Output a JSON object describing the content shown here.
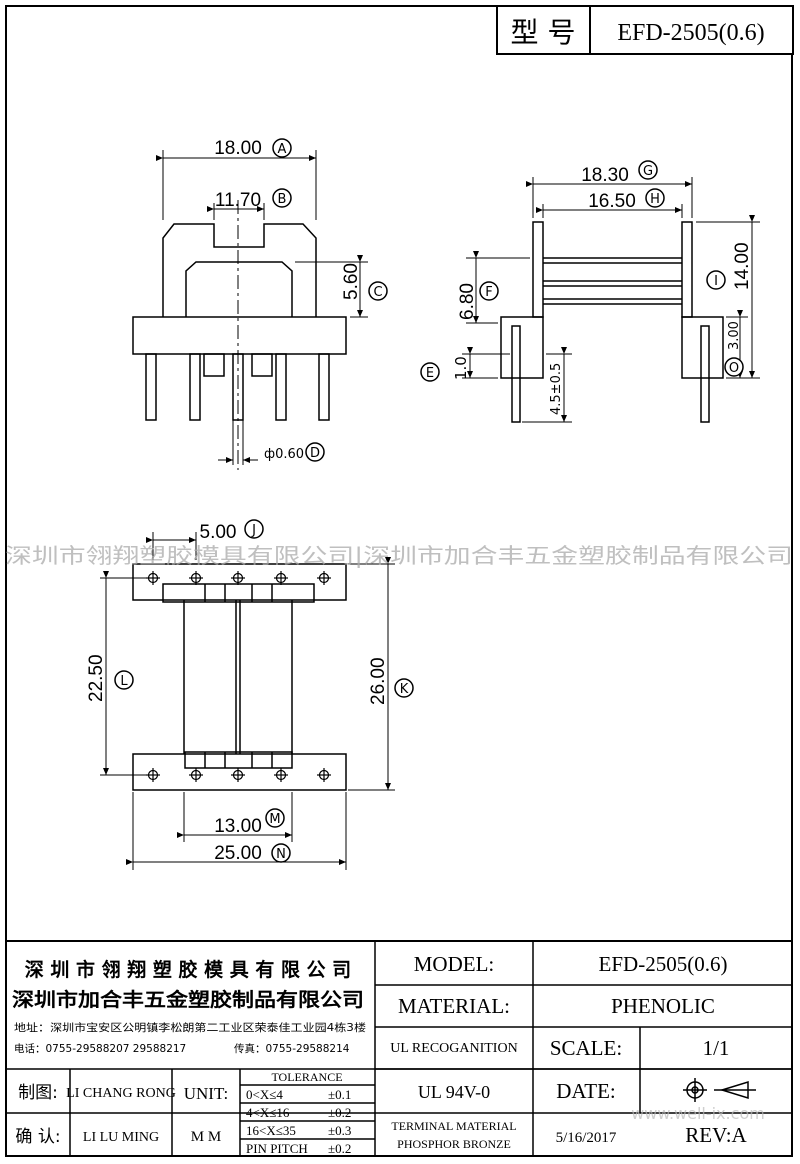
{
  "title_box": {
    "label": "型 号",
    "model": "EFD-2505(0.6)"
  },
  "dimensions": {
    "front": {
      "width": {
        "value": "18.00",
        "tag": "A"
      },
      "inner": {
        "value": "11.70",
        "tag": "B"
      },
      "height": {
        "value": "5.60",
        "tag": "C"
      },
      "pin_dia": {
        "value": "ф0.60",
        "tag": "D"
      }
    },
    "side": {
      "pin_len": {
        "value": "1.0",
        "tag": "E"
      },
      "flange": {
        "value": "6.80",
        "tag": "F"
      },
      "total": {
        "value": "18.30",
        "tag": "G"
      },
      "winding": {
        "value": "16.50",
        "tag": "H"
      },
      "height": {
        "value": "14.00",
        "tag": "I"
      },
      "pin_ext": {
        "value": "4.5±0.5",
        "tag": ""
      },
      "base": {
        "value": "3.00",
        "tag": "O"
      }
    },
    "bottom": {
      "pitch": {
        "value": "5.00",
        "tag": "J"
      },
      "outer": {
        "value": "26.00",
        "tag": "K"
      },
      "inner": {
        "value": "22.50",
        "tag": "L"
      },
      "row_inner": {
        "value": "13.00",
        "tag": "M"
      },
      "row_outer": {
        "value": "25.00",
        "tag": "N"
      }
    }
  },
  "watermark": {
    "text": "深圳市翎翔塑胶模具有限公司|深圳市加合丰五金塑胶制品有限公司",
    "site": "www.well-ix.com"
  },
  "titleblock": {
    "company1": "深 圳 市 翎 翔 塑 胶 模 具 有 限 公 司",
    "company2": "深圳市加合丰五金塑胶制品有限公司",
    "address": "地址：深圳市宝安区公明镇李松朗第二工业区荣泰佳工业园4栋3楼",
    "phone": "电话：0755-29588207  29588217",
    "fax": "传真：0755-29588214",
    "drawn_label": "制图:",
    "drawn_by": "LI CHANG RONG",
    "check_label": "确 认:",
    "checked_by": "LI LU MING",
    "unit_label": "UNIT:",
    "unit": "M M",
    "tol_title": "TOLERANCE",
    "tol_rows": [
      {
        "range": "0<X≤4",
        "val": "±0.1"
      },
      {
        "range": "4<X≤16",
        "val": "±0.2"
      },
      {
        "range": "16<X≤35",
        "val": "±0.3"
      },
      {
        "range": "PIN PITCH",
        "val": "±0.2"
      }
    ],
    "model_label": "MODEL:",
    "model": "EFD-2505(0.6)",
    "material_label": "MATERIAL:",
    "material": "PHENOLIC",
    "ul_label": "UL RECOGANITION",
    "ul": "UL 94V-0",
    "scale_label": "SCALE:",
    "scale": "1/1",
    "date_label": "DATE:",
    "date": "5/16/2017",
    "terminal1": "TERMINAL MATERIAL",
    "terminal2": "PHOSPHOR  BRONZE",
    "rev": "REV:A"
  }
}
